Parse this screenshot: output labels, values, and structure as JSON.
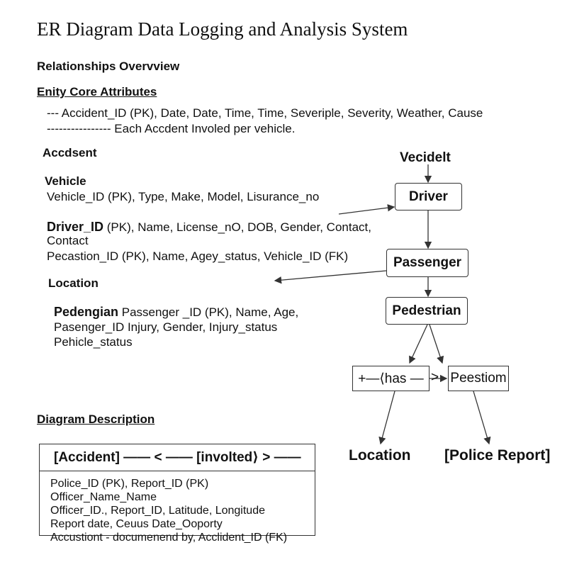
{
  "title": "ER Diagram Data Logging and Analysis System",
  "relationships_heading": "Relationships Overvview",
  "core_heading": "Enity Core Attributes",
  "core_line1": "--- Accident_ID (PK), Date, Date, Time,    Time, Severiple, Severity, Weather, Cause",
  "core_line2": "---------------- Each Accdent Involed per vehicle.",
  "accident_heading": "Accdsent",
  "vehicle_heading": "Vehicle",
  "vehicle_attrs": "Vehicle_ID (PK), Type, Make, Model, Lisurance_no",
  "driver_label": "Driver_ID",
  "driver_attrs": " (PK), Name, License_nO, DOB, Gender, Contact,",
  "driver_attrs2": "Contact",
  "passenger_attrs": "Pecastion_ID (PK), Name, Agey_status, Vehicle_ID (FK)",
  "location_heading": "Location",
  "pedestrian_label": "Pedengian",
  "pedestrian_attrs1": " Passenger _ID  (PK), Name, Age,",
  "pedestrian_attrs2": "Pasenger_ID Injury, Gender, Injury_status",
  "pedestrian_attrs3": "Pehicle_status",
  "diagram_description_heading": "Diagram Description",
  "description_box": {
    "header": "[Accident] —— < —— [involted⟩ > ——",
    "lines": [
      "Police_ID (PK), Report_ID (PK) Officer_Name_Name",
      "Officer_ID., Report_ID, Latitude, Longitude",
      "Report date, Ceuus Date_Ooporty",
      "Accustiont - documenend by, Acclident_ID (FK)"
    ]
  },
  "flow": {
    "top_label": "Vecidelt",
    "driver": "Driver",
    "passenger": "Passenger",
    "pedestrian": "Pedestrian",
    "has_node": "+—⟨has —",
    "has_arrow": ">",
    "peestiom": "Peestiom",
    "location": "Location",
    "police_report": "[Police Report]"
  }
}
